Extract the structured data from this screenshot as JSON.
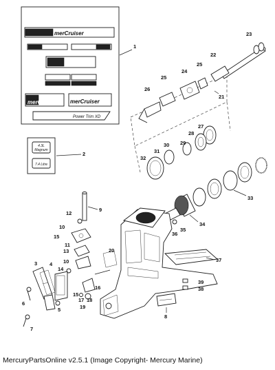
{
  "footer": {
    "text": "MercuryPartsOnline v2.5.1 (Image Copyright- Mercury Marine)"
  },
  "decal_kit": {
    "brand_text": "merCruiser",
    "powertrim_text": "Power Trim XD"
  },
  "badge_kit": {
    "line1": "4.3L",
    "line2": "Magnum",
    "line3": "7.4 Litre"
  },
  "callouts": [
    "1",
    "2",
    "3",
    "4",
    "5",
    "6",
    "7",
    "8",
    "9",
    "10",
    "10",
    "11",
    "12",
    "13",
    "14",
    "15",
    "15",
    "16",
    "17",
    "18",
    "19",
    "20",
    "21",
    "22",
    "23",
    "24",
    "25",
    "25",
    "26",
    "27",
    "28",
    "29",
    "30",
    "31",
    "32",
    "33",
    "34",
    "35",
    "36",
    "37",
    "38",
    "39"
  ]
}
